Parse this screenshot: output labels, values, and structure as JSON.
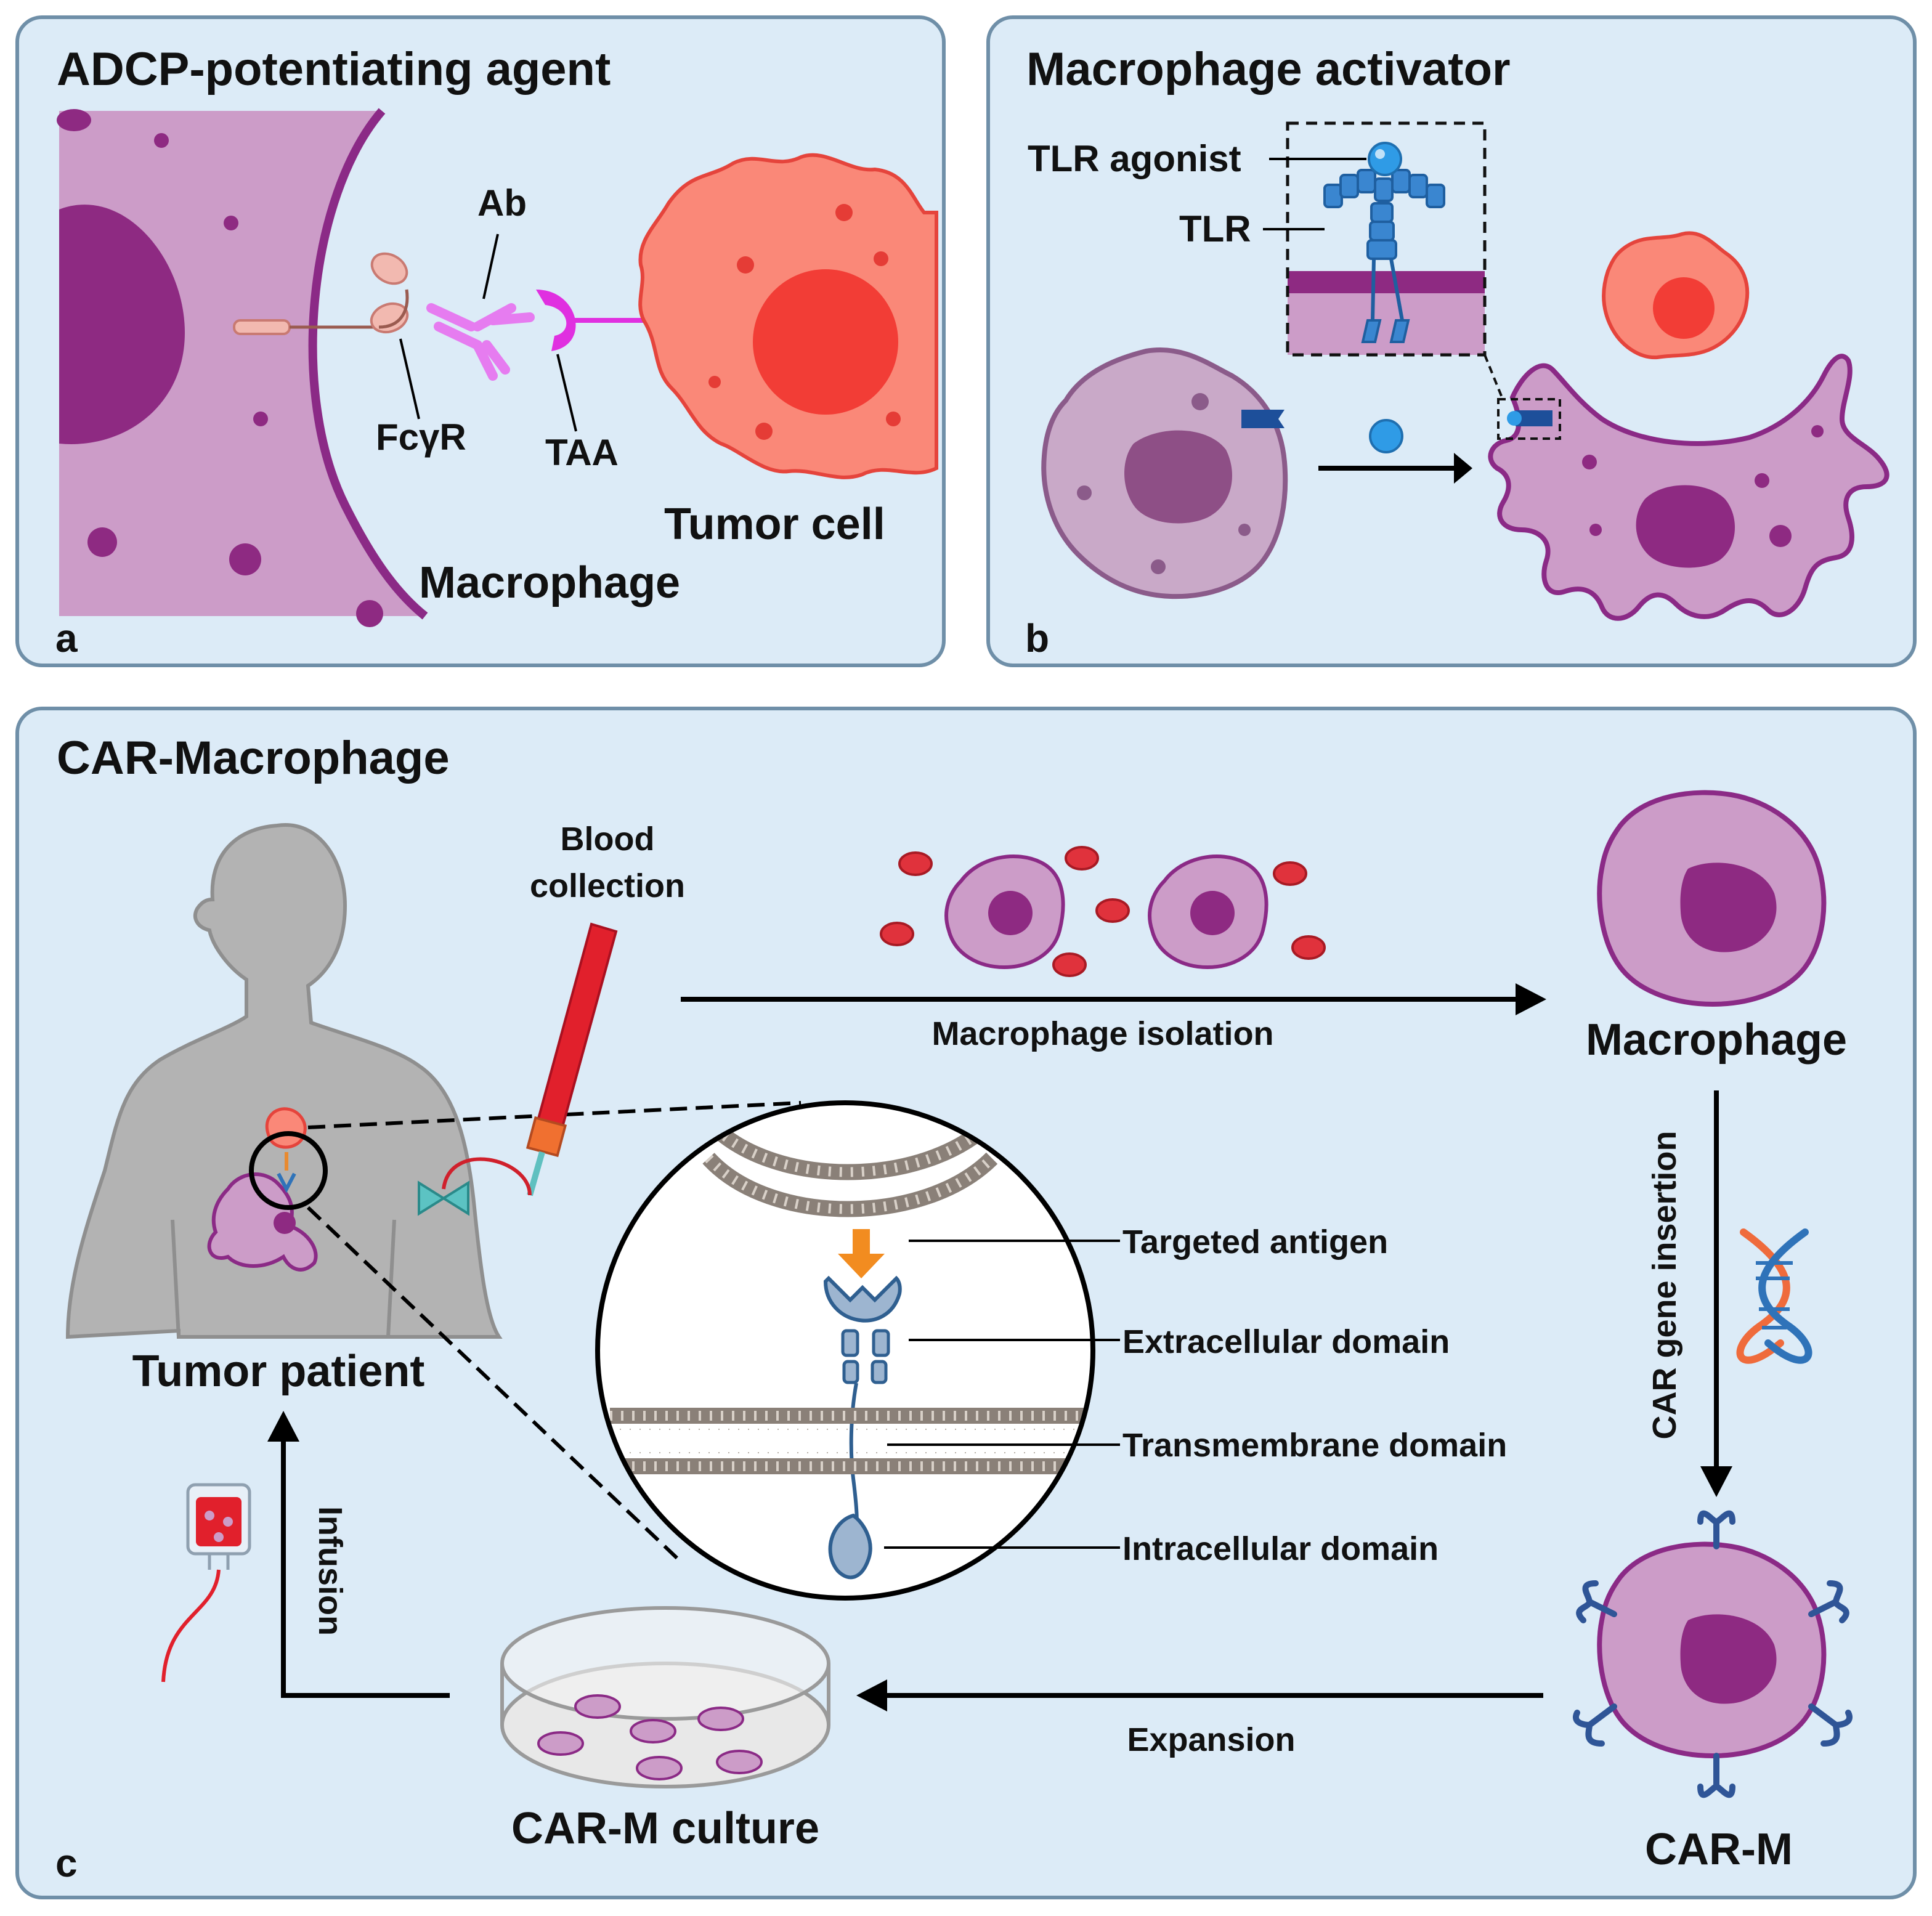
{
  "panel_a": {
    "letter": "a",
    "title": "ADCP-potentiating agent",
    "labels": {
      "ab": "Ab",
      "fcgr": "FcγR",
      "taa": "TAA",
      "tumor_cell": "Tumor cell",
      "macrophage": "Macrophage"
    }
  },
  "panel_b": {
    "letter": "b",
    "title": "Macrophage activator",
    "labels": {
      "tlr_agonist": "TLR agonist",
      "tlr": "TLR"
    }
  },
  "panel_c": {
    "letter": "c",
    "title": "CAR-Macrophage",
    "labels": {
      "blood_collection_1": "Blood",
      "blood_collection_2": "collection",
      "macrophage_isolation": "Macrophage isolation",
      "macrophage": "Macrophage",
      "car_gene_insertion": "CAR gene insertion",
      "targeted_antigen": "Targeted antigen",
      "extracellular_domain": "Extracellular domain",
      "transmembrane_domain": "Transmembrane domain",
      "intracellular_domain": "Intracellular domain",
      "tumor_patient": "Tumor patient",
      "infusion": "Infusion",
      "expansion": "Expansion",
      "car_m_culture": "CAR-M culture",
      "car_m": "CAR-M"
    }
  },
  "colors": {
    "panel_bg": "#dcebf7",
    "panel_border": "#6f8fa8",
    "macrophage_fill": "#cc9cc8",
    "macrophage_edge": "#8b2a86",
    "nucleus": "#8e2a82",
    "tumor_fill": "#fa8878",
    "tumor_nucleus": "#f23d36",
    "receptor_blue": "#2f73b9",
    "antibody_pink": "#e67cf0",
    "taa_magenta": "#e030e0",
    "body_gray": "#b3b3b3",
    "rbc_red": "#e0323c",
    "dna_orange": "#ef6b3c"
  }
}
